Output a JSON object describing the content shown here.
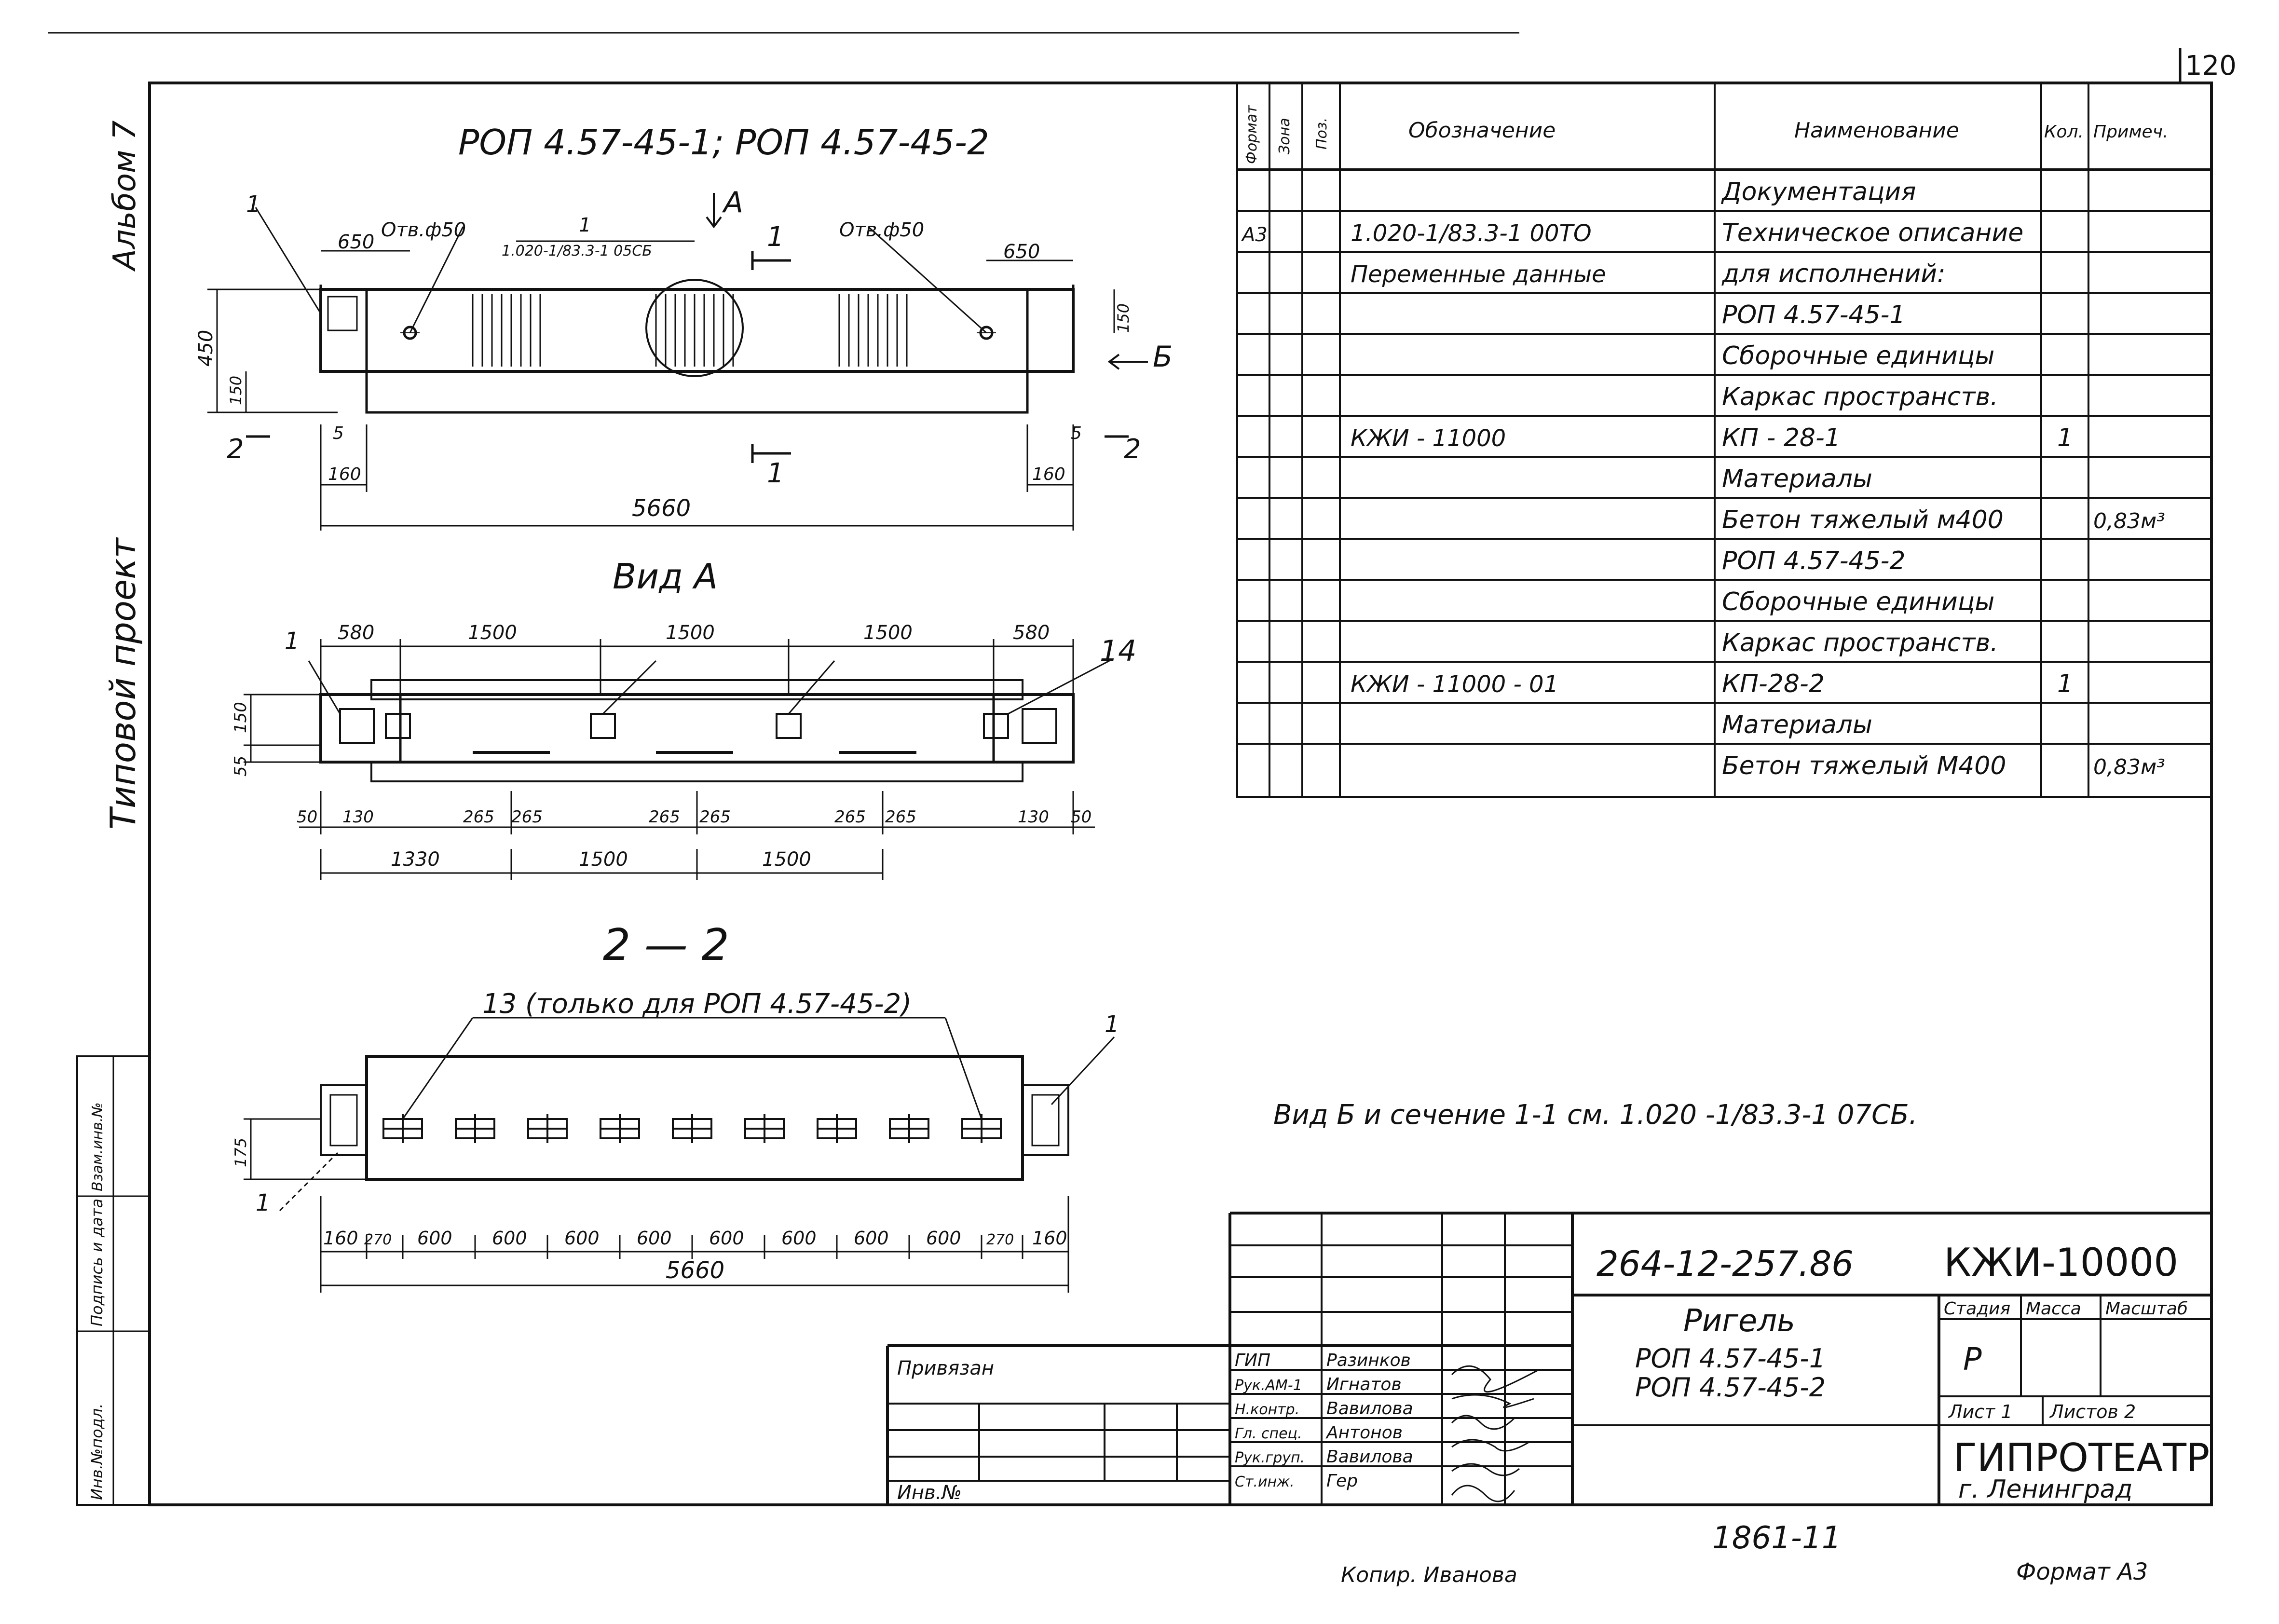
{
  "sheet": {
    "page_number": "120",
    "side_album": "Альбом 7",
    "side_project": "Типовой проект",
    "side_inv_orig": "Инв.№подл.",
    "side_sign_date": "Подпись и дата",
    "side_replace_inv": "Взам.инв.№"
  },
  "drawing": {
    "title": "РОП 4.57-45-1;  РОП 4.57-45-2",
    "view_a_title": "Вид А",
    "section_title": "2 — 2",
    "section_note": "13 (только для РОП 4.57-45-2)",
    "arrow_a": "А",
    "arrow_b": "Б",
    "hole_left": "Отв.ф50",
    "hole_right": "Отв.ф50",
    "ref_label": "1.020-1/83.3-1  05СБ",
    "ref_pos": "1",
    "pos1": "1",
    "pos14": "14",
    "pos1_b": "1",
    "pos1_c": "1",
    "pos1_d": "1",
    "section_marks": [
      "1",
      "1",
      "2",
      "2"
    ],
    "dims_top": {
      "d650_l": "650",
      "d650_r": "650",
      "d450": "450",
      "d150_l": "150",
      "d150_r": "150",
      "d5_l": "5",
      "d5_r": "5",
      "d160_l": "160",
      "d160_r": "160",
      "d5660": "5660"
    },
    "dims_view_a": {
      "top": [
        "580",
        "1500",
        "1500",
        "1500",
        "580"
      ],
      "left": [
        "150",
        "55"
      ],
      "bottom1": [
        "50",
        "130",
        "265",
        "265",
        "265",
        "265",
        "265",
        "265",
        "130",
        "50"
      ],
      "bottom2": [
        "1330",
        "1500",
        "1500"
      ]
    },
    "dims_section": {
      "left": "175",
      "bottom": [
        "160",
        "270",
        "600",
        "600",
        "600",
        "600",
        "600",
        "600",
        "600",
        "600",
        "270",
        "160"
      ],
      "total": "5660"
    },
    "view_note": "Вид Б  и  сечение  1-1 см.  1.020 -1/83.3-1  07СБ."
  },
  "spec_table": {
    "headers": [
      "Формат",
      "Зона",
      "Поз.",
      "Обозначение",
      "Наименование",
      "Кол.",
      "Примеч."
    ],
    "rows": [
      {
        "format": "",
        "designation": "",
        "name": "Документация",
        "qty": "",
        "note": ""
      },
      {
        "format": "А3",
        "designation": "1.020-1/83.3-1   00ТО",
        "name": "Техническое описание",
        "qty": "",
        "note": ""
      },
      {
        "format": "",
        "designation": "Переменные   данные",
        "name": "для  исполнений:",
        "qty": "",
        "note": ""
      },
      {
        "format": "",
        "designation": "",
        "name": "РОП 4.57-45-1",
        "qty": "",
        "note": ""
      },
      {
        "format": "",
        "designation": "",
        "name": "Сборочные единицы",
        "qty": "",
        "note": ""
      },
      {
        "format": "",
        "designation": "",
        "name": "Каркас  пространств.",
        "qty": "",
        "note": ""
      },
      {
        "format": "",
        "designation": "КЖИ - 11000",
        "name": "КП - 28-1",
        "qty": "1",
        "note": ""
      },
      {
        "format": "",
        "designation": "",
        "name": "Материалы",
        "qty": "",
        "note": ""
      },
      {
        "format": "",
        "designation": "",
        "name": "Бетон тяжелый м400",
        "qty": "",
        "note": "0,83м³"
      },
      {
        "format": "",
        "designation": "",
        "name": "РОП 4.57-45-2",
        "qty": "",
        "note": ""
      },
      {
        "format": "",
        "designation": "",
        "name": "Сборочные единицы",
        "qty": "",
        "note": ""
      },
      {
        "format": "",
        "designation": "",
        "name": "Каркас  пространств.",
        "qty": "",
        "note": ""
      },
      {
        "format": "",
        "designation": "КЖИ - 11000 - 01",
        "name": "КП-28-2",
        "qty": "1",
        "note": ""
      },
      {
        "format": "",
        "designation": "",
        "name": "Материалы",
        "qty": "",
        "note": ""
      },
      {
        "format": "",
        "designation": "",
        "name": "Бетон тяжелый М400",
        "qty": "",
        "note": "0,83м³"
      }
    ]
  },
  "title_block": {
    "doc_code": "264-12-257.86",
    "doc_mark": "КЖИ-10000",
    "title": "Ригель",
    "subtitle1": "РОП 4.57-45-1",
    "subtitle2": "РОП 4.57-45-2",
    "stage_label": "Стадия",
    "mass_label": "Масса",
    "scale_label": "Масштаб",
    "stage_value": "Р",
    "sheet_label": "Лист 1",
    "sheets_label": "Листов 2",
    "org": "ГИПРОТЕАТР",
    "city": "г. Ленинград",
    "bound": "Привязан",
    "inv": "Инв.№",
    "roles": [
      "ГИП",
      "Рук.АМ-1",
      "Н.контр.",
      "Гл. спец.",
      "Рук.груп.",
      "Ст.инж."
    ],
    "names": [
      "Разинков",
      "Игнатов",
      "Вавилова",
      "Антонов",
      "Вавилова",
      "Гер"
    ]
  },
  "footer": {
    "archive_no": "1861-11",
    "copied": "Копир.  Иванова",
    "format": "Формат А3"
  }
}
